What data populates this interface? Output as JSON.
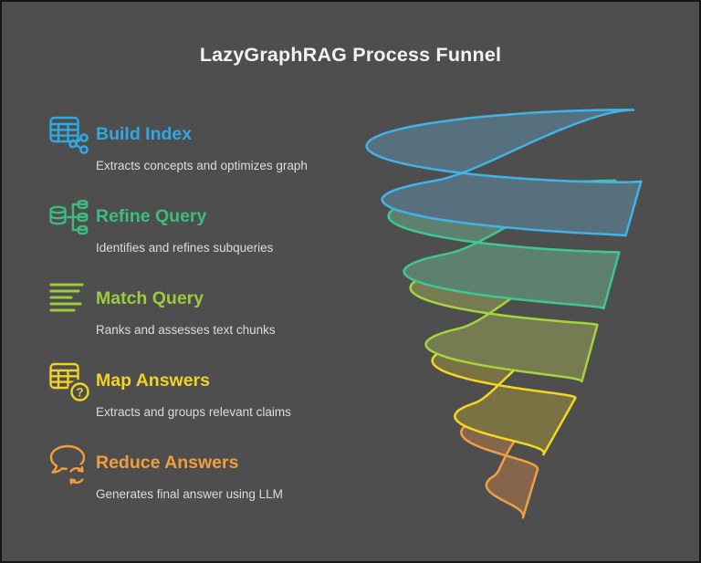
{
  "title": "LazyGraphRAG Process Funnel",
  "steps": [
    {
      "label": "Build Index",
      "desc": "Extracts concepts and optimizes graph",
      "color": "#2fa9e1"
    },
    {
      "label": "Refine Query",
      "desc": "Identifies and refines subqueries",
      "color": "#3cbc80"
    },
    {
      "label": "Match Query",
      "desc": "Ranks and assesses text chunks",
      "color": "#9dcb3b"
    },
    {
      "label": "Map Answers",
      "desc": "Extracts and groups relevant claims",
      "color": "#f2d226"
    },
    {
      "label": "Reduce Answers",
      "desc": "Generates final answer using LLM",
      "color": "#f29d3d"
    }
  ],
  "icons": {
    "question_glyph": "?"
  },
  "funnel": {
    "stroke_colors": [
      "#41b4e7",
      "#3ec792",
      "#a5d43c",
      "#f2d723",
      "#ef9f44"
    ],
    "fill_colors": [
      "#56707d",
      "#5d806f",
      "#767b52",
      "#7a7243",
      "#85664a"
    ]
  },
  "colors": {
    "background": "#4e4e4e",
    "border": "#161616",
    "title": "#f2f2f2",
    "description": "#dcdcdc"
  }
}
